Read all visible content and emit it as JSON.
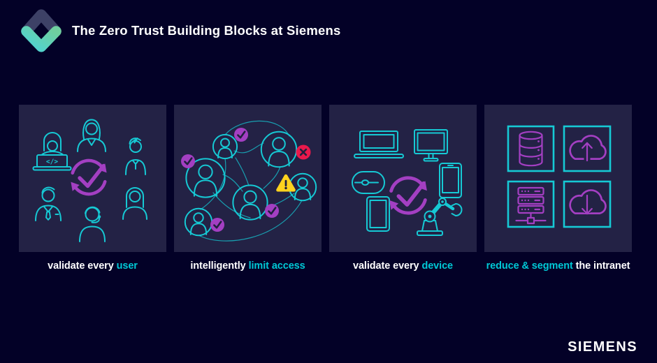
{
  "header": {
    "title": "The Zero Trust Building Blocks at Siemens"
  },
  "footer": {
    "brand": "SIEMENS"
  },
  "glyphs": {
    "code": "</>"
  },
  "panels": [
    {
      "name": "validate-every-user",
      "caption": [
        {
          "text": "validate every ",
          "accent": false
        },
        {
          "text": "user",
          "accent": true
        }
      ],
      "illustration": {
        "center_icon": "sync-checkmark",
        "icons": [
          "developer-with-laptop",
          "businesswoman",
          "young-man",
          "man-in-suit",
          "support-agent-headset",
          "woman"
        ]
      }
    },
    {
      "name": "intelligently-limit-access",
      "caption": [
        {
          "text": "intelligently ",
          "accent": false
        },
        {
          "text": "limit access",
          "accent": true
        }
      ],
      "illustration": {
        "icons": [
          "user-avatar-network"
        ],
        "badges": {
          "approved_checks": 4,
          "denied_x": 1,
          "warning": 1
        }
      }
    },
    {
      "name": "validate-every-device",
      "caption": [
        {
          "text": "validate every ",
          "accent": false
        },
        {
          "text": "device",
          "accent": true
        }
      ],
      "illustration": {
        "center_icon": "sync-checkmark",
        "icons": [
          "laptop",
          "monitor",
          "mouse",
          "smartphone",
          "tablet",
          "robot-arm"
        ]
      }
    },
    {
      "name": "reduce-and-segment-the-intranet",
      "caption": [
        {
          "text": "reduce & segment",
          "accent": true
        },
        {
          "text": " the intranet",
          "accent": false
        }
      ],
      "illustration": {
        "icons": [
          "database",
          "cloud-upload",
          "server-rack",
          "cloud-download"
        ]
      }
    }
  ],
  "colors": {
    "background": "#030127",
    "panel": "#232245",
    "teal": "#16c9d4",
    "accent_text": "#00c9d6",
    "purple": "#a33fc2",
    "red": "#e9194c",
    "yellow": "#ffd21e",
    "ink": "#20203f",
    "logo_dark": "#3d4166",
    "logo_teal_1": "#4fd3d3",
    "logo_teal_2": "#6fcf9f",
    "white": "#ffffff"
  }
}
